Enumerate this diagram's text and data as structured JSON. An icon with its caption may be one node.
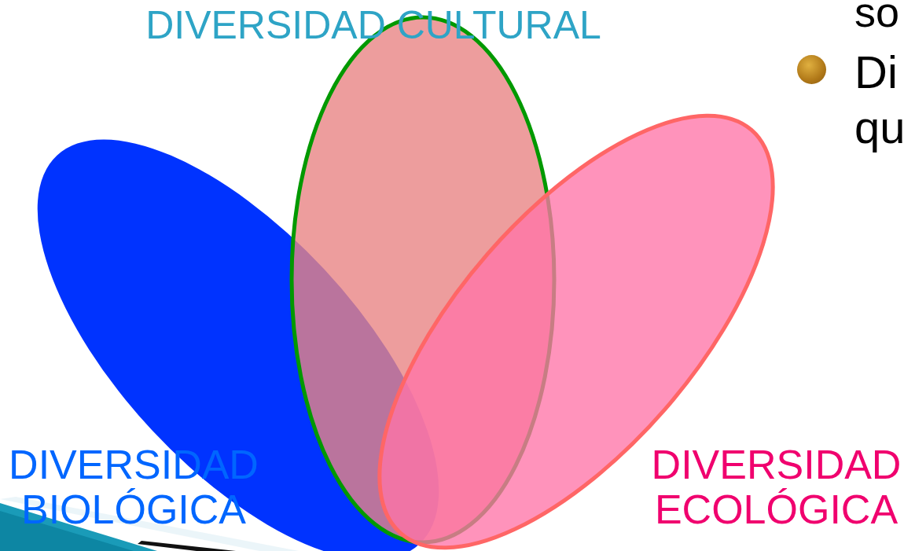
{
  "diagram": {
    "nodes": [
      {
        "text": [],
        "shape": "ellipse"
      },
      {
        "text": [],
        "shape": "ellipse"
      },
      {
        "text": [],
        "shape": "ellipse"
      }
    ],
    "labels": [
      "DIVERSIDAD CULTURAL",
      "so",
      "Di",
      "qu",
      "DIVERSIDAD BIOLÓGICA",
      "DIVERSIDAD ECOLÓGICA"
    ]
  }
}
